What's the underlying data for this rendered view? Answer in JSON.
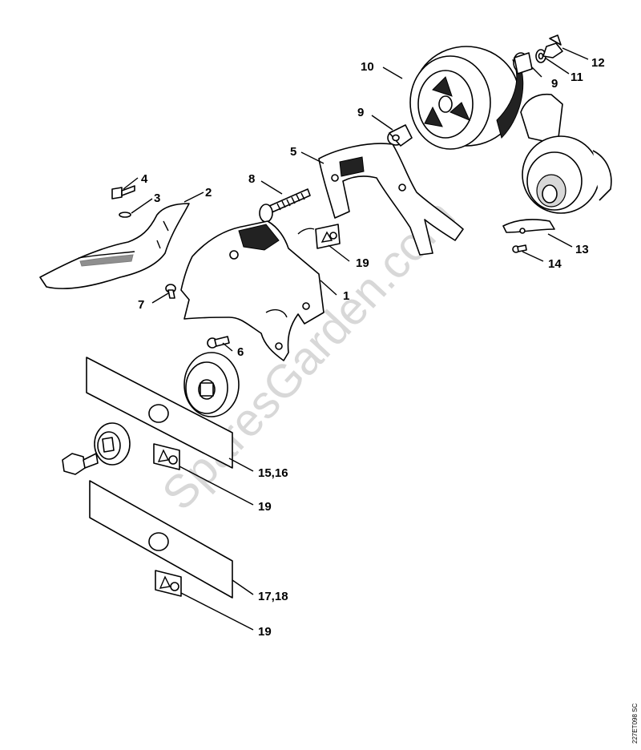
{
  "diagram": {
    "labels": {
      "l1": "1",
      "l2": "2",
      "l3": "3",
      "l4": "4",
      "l5": "5",
      "l6": "6",
      "l7": "7",
      "l8": "8",
      "l9a": "9",
      "l9b": "9",
      "l10": "10",
      "l11": "11",
      "l12": "12",
      "l13": "13",
      "l14": "14",
      "l15_16": "15,16",
      "l17_18": "17,18",
      "l19a": "19",
      "l19b": "19",
      "l19c": "19"
    },
    "watermark": "SparesGarden.com",
    "drawing_code": "227ET098 SC"
  }
}
